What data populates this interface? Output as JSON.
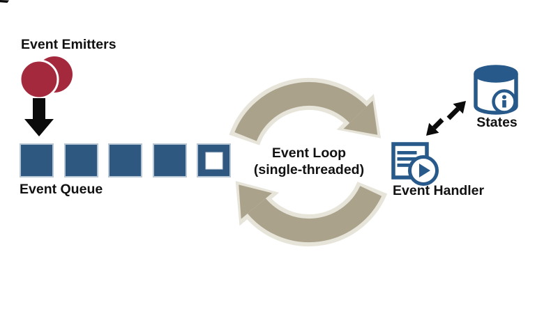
{
  "colors": {
    "blue": "#2E5880",
    "blue_icon": "#27598A",
    "red": "#A5293D",
    "khaki": "#ABA28C",
    "cream": "#E7E4DA",
    "square_border": "#B7C7D6",
    "text": "#111111"
  },
  "nodes": {
    "emitters": {
      "label": "Event Emitters",
      "icon": "overlapping-circles-icon"
    },
    "queue": {
      "label": "Event Queue",
      "slots": [
        "filled",
        "filled",
        "filled",
        "filled",
        "empty"
      ]
    },
    "loop": {
      "line1": "Event Loop",
      "line2": "(single-threaded)"
    },
    "handler": {
      "label": "Event Handler",
      "icon": "script-play-icon"
    },
    "states": {
      "label": "States",
      "icon": "database-info-icon"
    }
  },
  "connections": [
    {
      "from": "emitters",
      "to": "queue",
      "type": "down-arrow"
    },
    {
      "from": "queue",
      "to": "handler",
      "type": "clockwise-loop-arrows"
    },
    {
      "from": "handler",
      "to": "states",
      "type": "bidirectional-arrow"
    }
  ]
}
